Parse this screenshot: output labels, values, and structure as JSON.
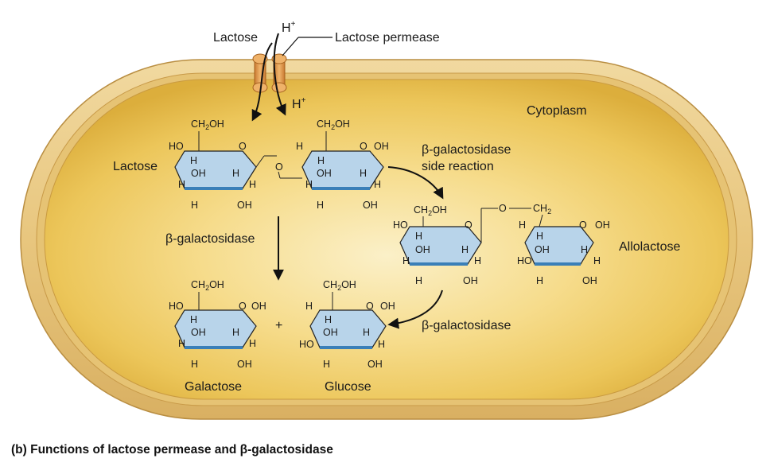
{
  "labels": {
    "lactose_in": "Lactose",
    "h_plus": "H+",
    "permease": "Lactose permease",
    "h_plus_inside": "H+",
    "cytoplasm": "Cytoplasm",
    "lactose": "Lactose",
    "side_reaction_1": "β-galactosidase",
    "side_reaction_2": "side reaction",
    "beta_gal_left": "β-galactosidase",
    "allolactose": "Allolactose",
    "beta_gal_right": "β-galactosidase",
    "plus": "+",
    "galactose": "Galactose",
    "glucose": "Glucose"
  },
  "caption": "(b) Functions of lactose permease and β-galactosidase",
  "atoms": {
    "ch2oh": "CH2OH",
    "ch2": "CH2",
    "ho": "HO",
    "oh": "OH",
    "h": "H",
    "o": "O"
  },
  "colors": {
    "cell_wall": "#e8c880",
    "cytoplasm": "#f2cd5c",
    "ring_fill": "#b8d4ea",
    "ring_bottom": "#3a7fb8",
    "permease": "#e3a25c"
  }
}
